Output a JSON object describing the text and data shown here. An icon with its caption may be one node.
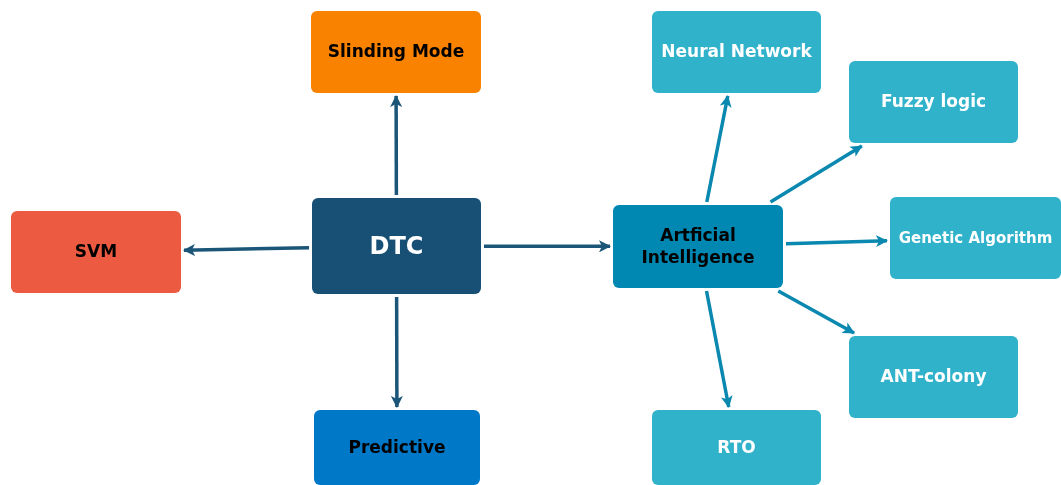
{
  "diagram": {
    "nodes": [
      {
        "text": [
          "Slinding Mode"
        ]
      },
      {
        "text": [
          "Neural Network"
        ]
      },
      {
        "text": [
          "Fuzzy logic"
        ]
      },
      {
        "text": [
          "SVM"
        ]
      },
      {
        "text": [
          "DTC"
        ]
      },
      {
        "text": [
          "Artficial Intelligence"
        ]
      },
      {
        "text": [
          "Genetic Algorithm"
        ]
      },
      {
        "text": [
          "ANT-colony"
        ]
      },
      {
        "text": [
          "Predictive"
        ]
      },
      {
        "text": [
          "RTO"
        ]
      }
    ],
    "edges": [
      {
        "from": 4,
        "to": 0,
        "arrow": "to",
        "color": "#1b5679"
      },
      {
        "from": 4,
        "to": 3,
        "arrow": "to",
        "color": "#1b5679"
      },
      {
        "from": 4,
        "to": 5,
        "arrow": "to",
        "color": "#1b5679"
      },
      {
        "from": 4,
        "to": 8,
        "arrow": "to",
        "color": "#1b5679"
      },
      {
        "from": 5,
        "to": 1,
        "arrow": "to"
      },
      {
        "from": 5,
        "to": 2,
        "arrow": "to"
      },
      {
        "from": 5,
        "to": 6,
        "arrow": "to"
      },
      {
        "from": 5,
        "to": 7,
        "arrow": "to"
      },
      {
        "from": 5,
        "to": 9,
        "arrow": "to"
      }
    ]
  }
}
